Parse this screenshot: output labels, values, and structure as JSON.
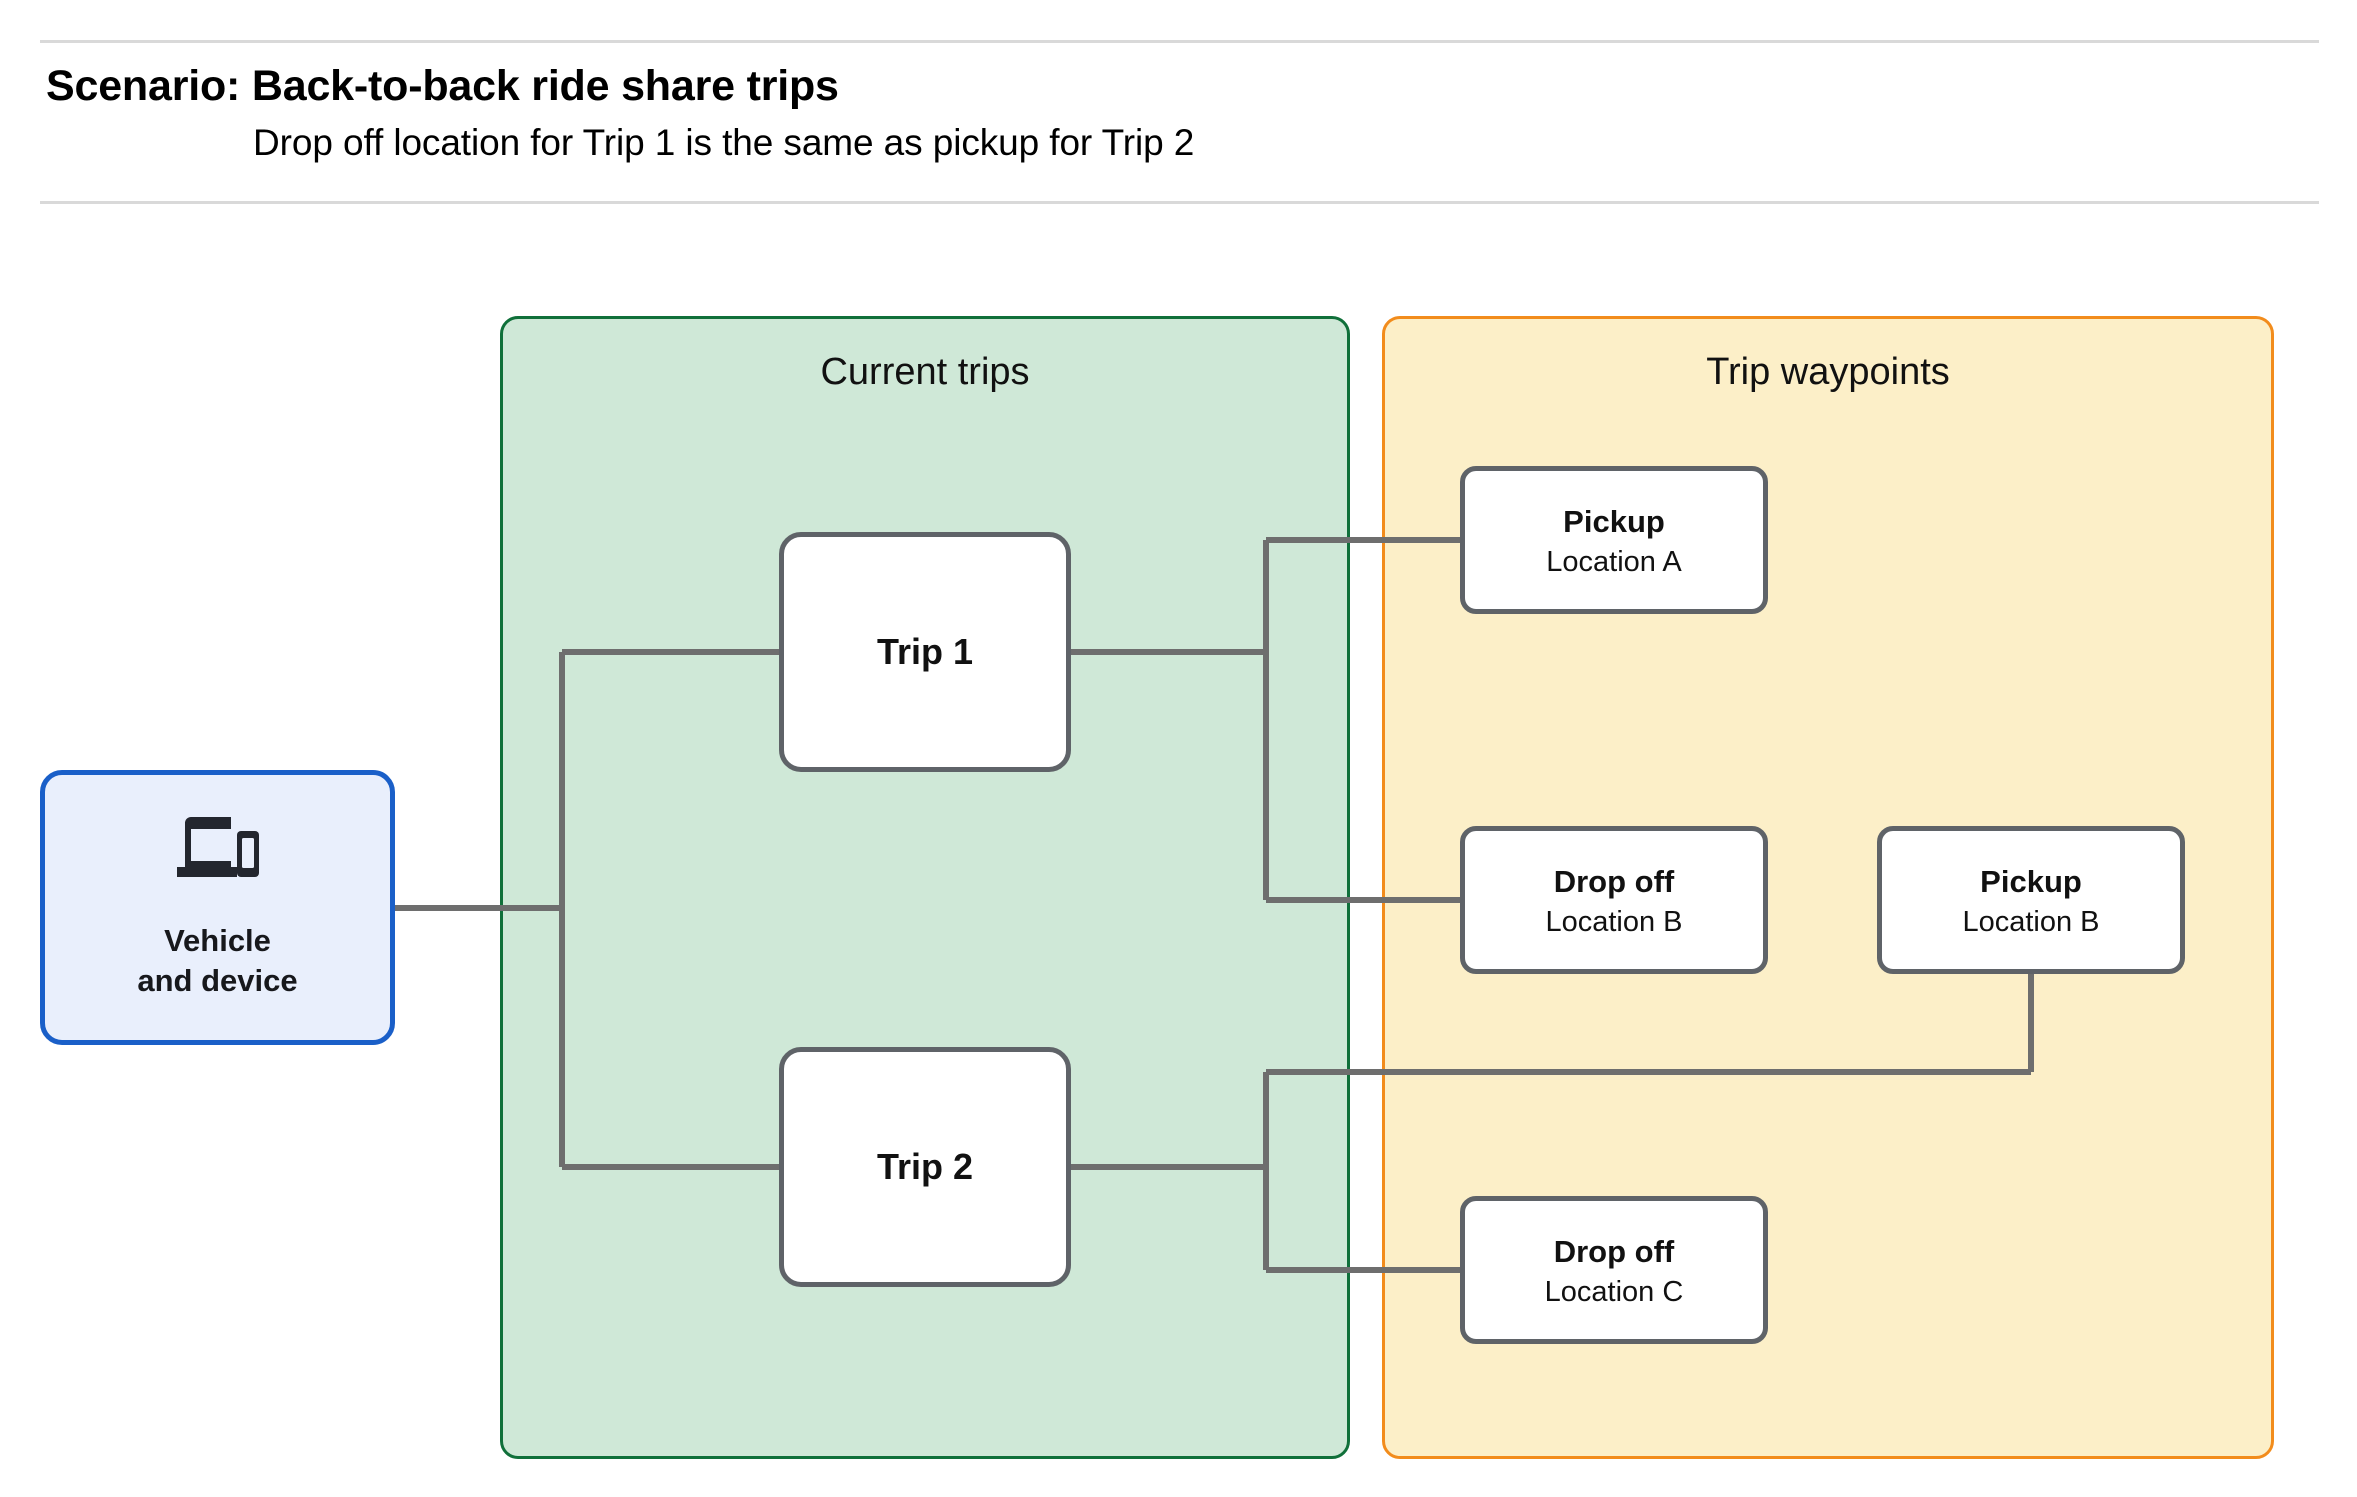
{
  "header": {
    "title": "Scenario: Back-to-back ride share trips",
    "subtitle": "Drop off  location for Trip 1 is the same as pickup for Trip 2"
  },
  "groups": {
    "current_trips": {
      "title": "Current trips",
      "fill": "#cfe8d7",
      "border": "#10703a"
    },
    "trip_waypoints": {
      "title": "Trip waypoints",
      "fill": "#fcefc8",
      "border": "#f28c1c"
    }
  },
  "vehicle": {
    "icon": "devices-icon",
    "line1": "Vehicle",
    "line2": "and device",
    "fill": "#e9effc",
    "border": "#1a5fc8"
  },
  "trips": [
    {
      "label": "Trip 1"
    },
    {
      "label": "Trip 2"
    }
  ],
  "waypoints": [
    {
      "title": "Pickup",
      "location": "Location A"
    },
    {
      "title": "Drop off",
      "location": "Location B"
    },
    {
      "title": "Pickup",
      "location": "Location B"
    },
    {
      "title": "Drop off",
      "location": "Location C"
    }
  ],
  "colors": {
    "connector": "#6e6e6e",
    "divider": "#d9d9d9",
    "node_border": "#5f6368",
    "page_background": "#ffffff"
  }
}
